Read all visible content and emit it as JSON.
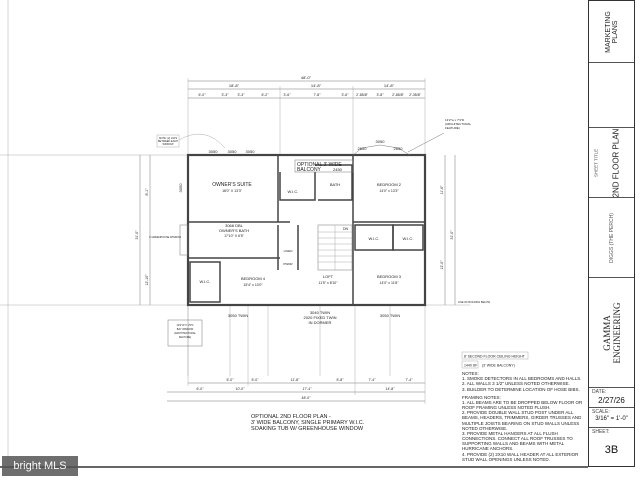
{
  "plan": {
    "title_lines": [
      "OPTIONAL  2ND FLOOR PLAN -",
      "3' WIDE BALCONY, SINGLE PRIMARY W.I.C.",
      "SOAKING TUB W/ GREENHOUSE WINDOW"
    ],
    "dims_top": {
      "overall": "48'-0\"",
      "major": [
        "18'-8\"",
        "14'-8\"",
        "14'-8\""
      ],
      "minor": [
        "6'-0\"",
        "3'-3\"",
        "3'-3\"",
        "6'-2\"",
        "3'-6\"",
        "7'-8\"",
        "3'-6\"",
        "2'-85/8\"",
        "3'-8\"",
        "2'-85/8\"",
        "2'-35/8\""
      ]
    },
    "dims_bottom": {
      "minor": [
        "5'-0\"",
        "5'-0\"",
        "11'-8\"",
        "5'-8\"",
        "7'-4\"",
        "7'-4\""
      ],
      "major": [
        "6'-0\"",
        "10'-0\"",
        "17'-4\"",
        "14'-8\""
      ],
      "overall": "48'-0\""
    },
    "dims_left": [
      "8'-1\"",
      "31'-0\"",
      "12'-10\""
    ],
    "dims_right": [
      "11'-6\"",
      "12'-0\"",
      "31'-0\""
    ],
    "rooms": {
      "owners_suite": {
        "name": "OWNER'S SUITE",
        "size": "18'0\" X 13'3\""
      },
      "wic1": {
        "name": "W.I.C."
      },
      "bath": {
        "name": "BATH"
      },
      "balcony": {
        "name": "OPTIONAL 3' WIDE",
        "name2": "BALCONY",
        "code": "2450"
      },
      "bedroom2": {
        "name": "BEDROOM 2",
        "size": "14'0\" x 13'3\""
      },
      "owners_bath": {
        "name": "3068 DBL",
        "name2": "OWNER'S BATH",
        "size": "17'10\" X 6'5\""
      },
      "bedroom4": {
        "name": "BEDROOM 4",
        "size": "15'4\" x 10'0\""
      },
      "wic4": {
        "name": "W.I.C."
      },
      "loft": {
        "name": "LOFT",
        "size": "11'5\" x 8'10\""
      },
      "bedroom3": {
        "name": "BEDROOM 3",
        "size": "14'0\" x 11'8\""
      },
      "wic3a": {
        "name": "W.I.C."
      },
      "wic3b": {
        "name": "W.I.C."
      },
      "linen": {
        "name": "LINEN"
      },
      "pwdr": {
        "name": "PWDR"
      },
      "stair": {
        "name": "DN"
      }
    },
    "windows": {
      "top_left": [
        "3050",
        "3050",
        "3050"
      ],
      "top_right": [
        "2650",
        "3050",
        "2650"
      ],
      "bottom_left": "3050 TWIN",
      "bottom_mid": [
        "3040 TWIN",
        "2020 FIXED TWIN",
        "IN DORMER"
      ],
      "bottom_right": "3050 TWIN",
      "side": "3050"
    },
    "callouts": {
      "window_note": [
        "NOTE: (2) 2x6'S",
        "BETWEEN EACH",
        "WINDOW"
      ],
      "arch_note": [
        "13'2\"w x 7'3\"D",
        "(ARCHITECTURAL",
        "FEATURE)"
      ],
      "greenhouse": "3' GREENHOUSE WINDOW",
      "bay_note": [
        "10'0\"W X 1'5\"D",
        "BAY WINDOW",
        "(ARCHITECTURAL",
        "FEATURE)"
      ],
      "building_line": "LINE OF BUILDING BELOW"
    },
    "ceiling_height": "8' SECOND FLOOR CEILING HEIGHT",
    "area": "1440 SF",
    "area_note": "(3' WIDE BALCONY)",
    "notes_title": "NOTES:",
    "notes": [
      "1. SMOKE DETECTORS IN ALL BEDROOMS AND HALLS.",
      "2. ALL WALLS 3 1/2\" UNLESS NOTED OTHERWISE.",
      "3. BUILDER TO DETERMINE LOCATION OF HOSE BIBS."
    ],
    "framing_title": "FRAMING NOTES:",
    "framing_notes": [
      "1. ALL BEAMS ARE TO BE DROPPED BELOW FLOOR OR ROOF FRAMING UNLESS NOTED FLUSH.",
      "2. PROVIDE DOUBLE WALL STUD POST UNDER ALL BEAMS, HEADERS, TRIMMERS, GIRDER TRUSSES AND MULTIPLE JOISTS BEARING ON STUD WALLS UNLESS NOTED OTHERWISE.",
      "3. PROVIDE METAL HANGERS AT ALL FLUSH CONNECTIONS. CONNECT ALL ROOF TRUSSES TO SUPPORTING WALLS AND BEAMS WITH METAL HURRICANE ANCHORS.",
      "4. PROVIDE (2) 2X10 WALL HEADER AT ALL EXTERIOR STUD WALL OPENINGS UNLESS NOTED."
    ]
  },
  "title_block": {
    "marketing": "MARKETING PLANS",
    "sheet_title_label": "SHEET TITLE",
    "sheet_title": "2ND FLOOR PLAN",
    "project": "DIGGS (THE PERCH)",
    "company": "GAMMA ENGINEERING",
    "date_label": "DATE:",
    "date": "2/27/26",
    "scale_label": "SCALE:",
    "scale": "3/16\" = 1'-0\"",
    "sheet_label": "SHEET:",
    "sheet": "3B"
  },
  "watermark": "bright MLS"
}
